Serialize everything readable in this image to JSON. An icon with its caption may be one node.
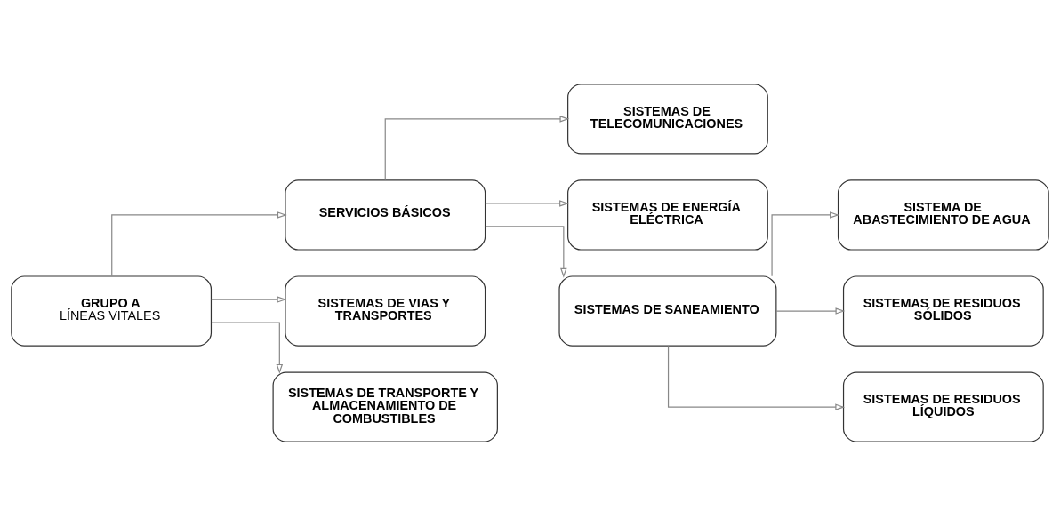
{
  "diagram": {
    "nodes": [
      {
        "text": [
          "GRUPO A",
          "LÍNEAS VITALES"
        ]
      },
      {
        "text": [
          "SERVICIOS BÁSICOS"
        ]
      },
      {
        "text": [
          "SISTEMAS DE VIAS Y TRANSPORTES"
        ]
      },
      {
        "text": [
          "SISTEMAS DE TRANSPORTE Y ALMACENAMIENTO DE COMBUSTIBLES"
        ]
      },
      {
        "text": [
          "SISTEMAS DE TELECOMUNICACIONES"
        ]
      },
      {
        "text": [
          "SISTEMAS DE ENERGÍA ELÉCTRICA"
        ]
      },
      {
        "text": [
          "SISTEMAS DE SANEAMIENTO"
        ]
      },
      {
        "text": [
          "SISTEMA DE ABASTECIMIENTO DE AGUA"
        ]
      },
      {
        "text": [
          "SISTEMAS DE RESIDUOS SÓLIDOS"
        ]
      },
      {
        "text": [
          "SISTEMAS DE RESIDUOS LÍQUIDOS"
        ]
      }
    ],
    "edges": [
      {
        "from": 0,
        "to": 1,
        "arrow": "to"
      },
      {
        "from": 0,
        "to": 2,
        "arrow": "to"
      },
      {
        "from": 0,
        "to": 3,
        "arrow": "to"
      },
      {
        "from": 1,
        "to": 4,
        "arrow": "to"
      },
      {
        "from": 1,
        "to": 5,
        "arrow": "to"
      },
      {
        "from": 1,
        "to": 6,
        "arrow": "to"
      },
      {
        "from": 6,
        "to": 7,
        "arrow": "to"
      },
      {
        "from": 6,
        "to": 8,
        "arrow": "to"
      },
      {
        "from": 6,
        "to": 9,
        "arrow": "to"
      }
    ]
  }
}
